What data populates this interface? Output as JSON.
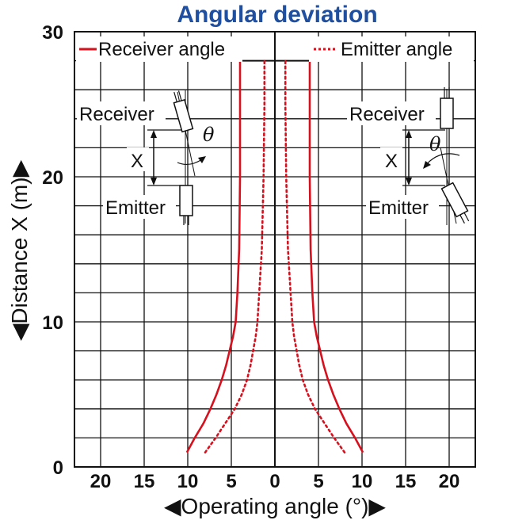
{
  "chart_data": {
    "type": "line",
    "title": "Angular deviation",
    "xlabel": "◀Operating angle (°)▶",
    "ylabel": "◀Distance X (m)▶",
    "xlim": [
      -23,
      23
    ],
    "ylim": [
      0,
      30
    ],
    "x_ticks": [
      {
        "value": -20,
        "label": "20"
      },
      {
        "value": -15,
        "label": "15"
      },
      {
        "value": -10,
        "label": "10"
      },
      {
        "value": -5,
        "label": "5"
      },
      {
        "value": 0,
        "label": "0"
      },
      {
        "value": 5,
        "label": "5"
      },
      {
        "value": 10,
        "label": "10"
      },
      {
        "value": 15,
        "label": "15"
      },
      {
        "value": 20,
        "label": "20"
      }
    ],
    "y_ticks": [
      {
        "value": 0,
        "label": "0"
      },
      {
        "value": 10,
        "label": "10"
      },
      {
        "value": 20,
        "label": "20"
      },
      {
        "value": 30,
        "label": "30"
      }
    ],
    "grid": true,
    "legend_position": "top",
    "series": [
      {
        "name": "Receiver angle",
        "style": "solid",
        "color": "#d7101e",
        "symmetric": true,
        "points": [
          [
            10.1,
            1
          ],
          [
            9.2,
            2
          ],
          [
            8.2,
            3
          ],
          [
            7.4,
            4
          ],
          [
            6.7,
            5
          ],
          [
            6.1,
            6
          ],
          [
            5.6,
            7
          ],
          [
            5.2,
            8
          ],
          [
            4.8,
            9
          ],
          [
            4.5,
            10
          ],
          [
            4.3,
            12
          ],
          [
            4.1,
            15
          ],
          [
            4.0,
            20
          ],
          [
            4.0,
            25
          ],
          [
            4.0,
            28
          ]
        ]
      },
      {
        "name": "Emitter angle",
        "style": "dotted",
        "color": "#d7101e",
        "symmetric": true,
        "points": [
          [
            8.0,
            1
          ],
          [
            6.8,
            2
          ],
          [
            5.7,
            3
          ],
          [
            4.6,
            4
          ],
          [
            3.8,
            5
          ],
          [
            3.2,
            6
          ],
          [
            2.8,
            7
          ],
          [
            2.5,
            8
          ],
          [
            2.2,
            9
          ],
          [
            2.0,
            10
          ],
          [
            1.8,
            12
          ],
          [
            1.5,
            15
          ],
          [
            1.3,
            20
          ],
          [
            1.2,
            25
          ],
          [
            1.2,
            28
          ]
        ]
      }
    ],
    "top_bar": {
      "x_range": [
        -4,
        4
      ],
      "y": 28
    },
    "insets": {
      "left": {
        "receiver_label": "Receiver",
        "emitter_label": "Emitter",
        "distance_label": "X",
        "angle_label": "θ"
      },
      "right": {
        "receiver_label": "Receiver",
        "emitter_label": "Emitter",
        "distance_label": "X",
        "angle_label": "θ"
      }
    }
  }
}
